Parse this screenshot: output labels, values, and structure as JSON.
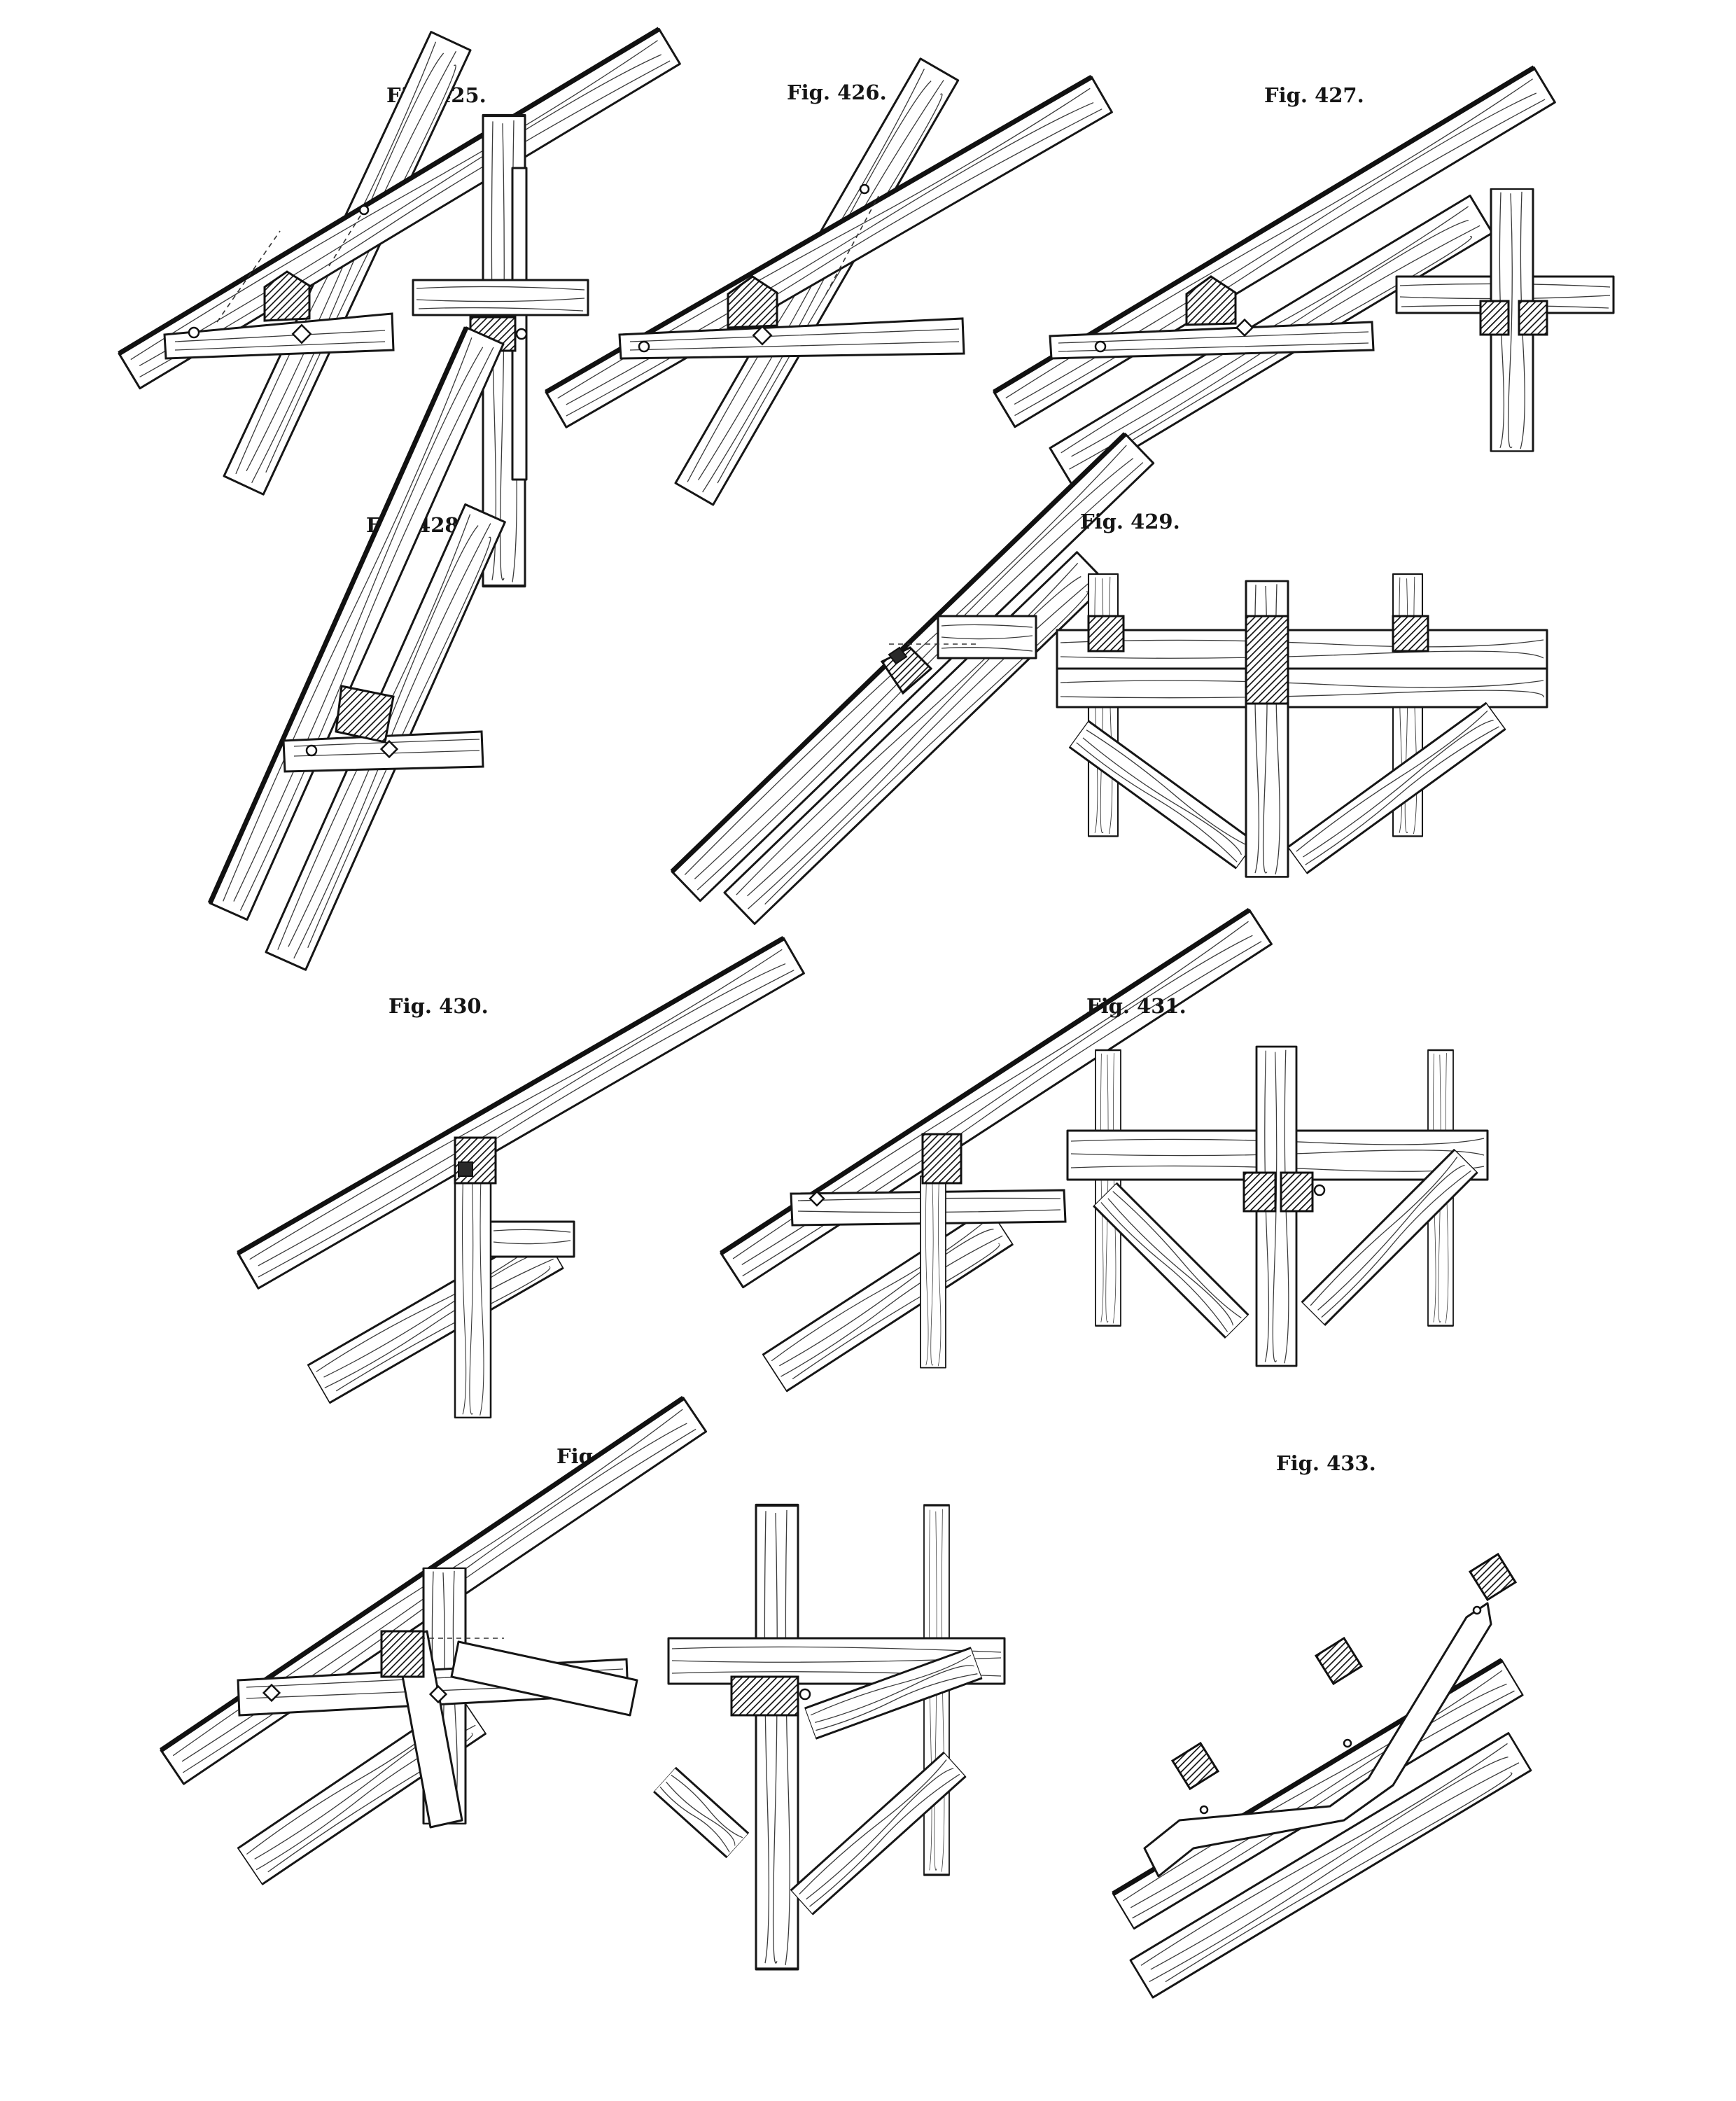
{
  "figures": [
    {
      "id": "fig-425",
      "label": "Fig. 425."
    },
    {
      "id": "fig-426",
      "label": "Fig. 426."
    },
    {
      "id": "fig-427",
      "label": "Fig. 427."
    },
    {
      "id": "fig-428",
      "label": "Fig. 428."
    },
    {
      "id": "fig-429",
      "label": "Fig. 429."
    },
    {
      "id": "fig-430",
      "label": "Fig. 430."
    },
    {
      "id": "fig-431",
      "label": "Fig. 431."
    },
    {
      "id": "fig-432",
      "label": "Fig. 432."
    },
    {
      "id": "fig-433",
      "label": "Fig. 433."
    }
  ],
  "colors": {
    "ink": "#161616",
    "paper": "#ffffff",
    "section": "#2a2a2a"
  }
}
